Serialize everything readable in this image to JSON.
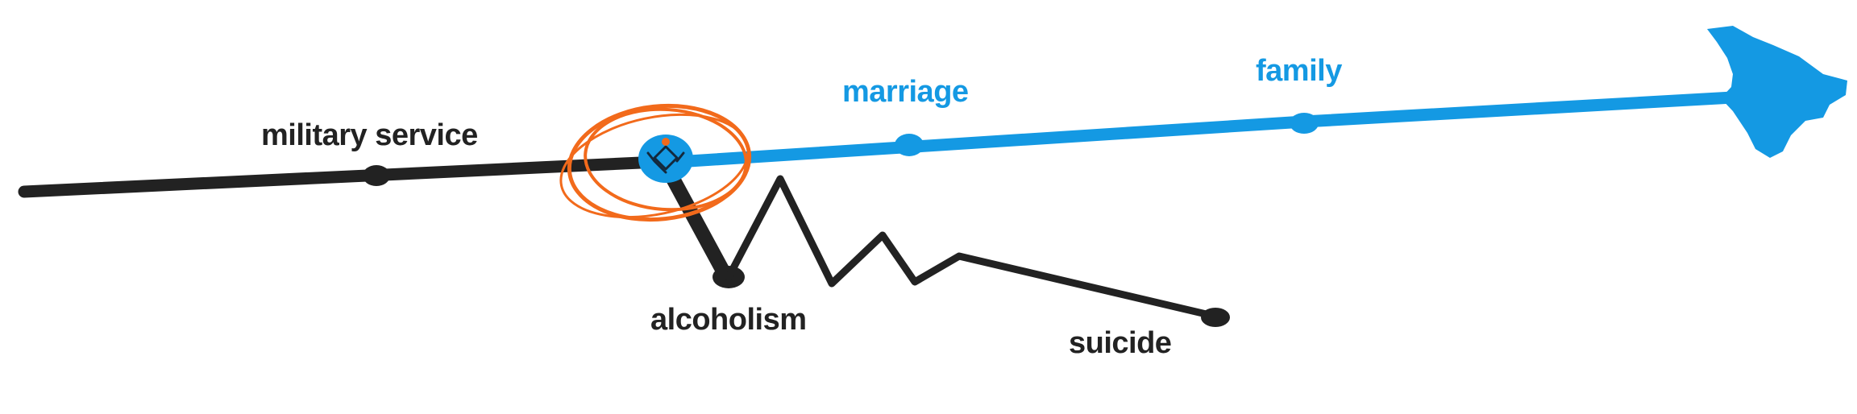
{
  "diagram": {
    "labels": {
      "military_service": "military service",
      "marriage": "marriage",
      "family": "family",
      "alcoholism": "alcoholism",
      "suicide": "suicide"
    },
    "colors": {
      "past_line": "#222222",
      "future_line": "#1499e3",
      "highlight_circle": "#f26a1b",
      "icon_badge": "#1499e3"
    },
    "icons": {
      "turning_point": "hands-heart-icon",
      "arrowhead": "arrow-right-icon"
    }
  }
}
